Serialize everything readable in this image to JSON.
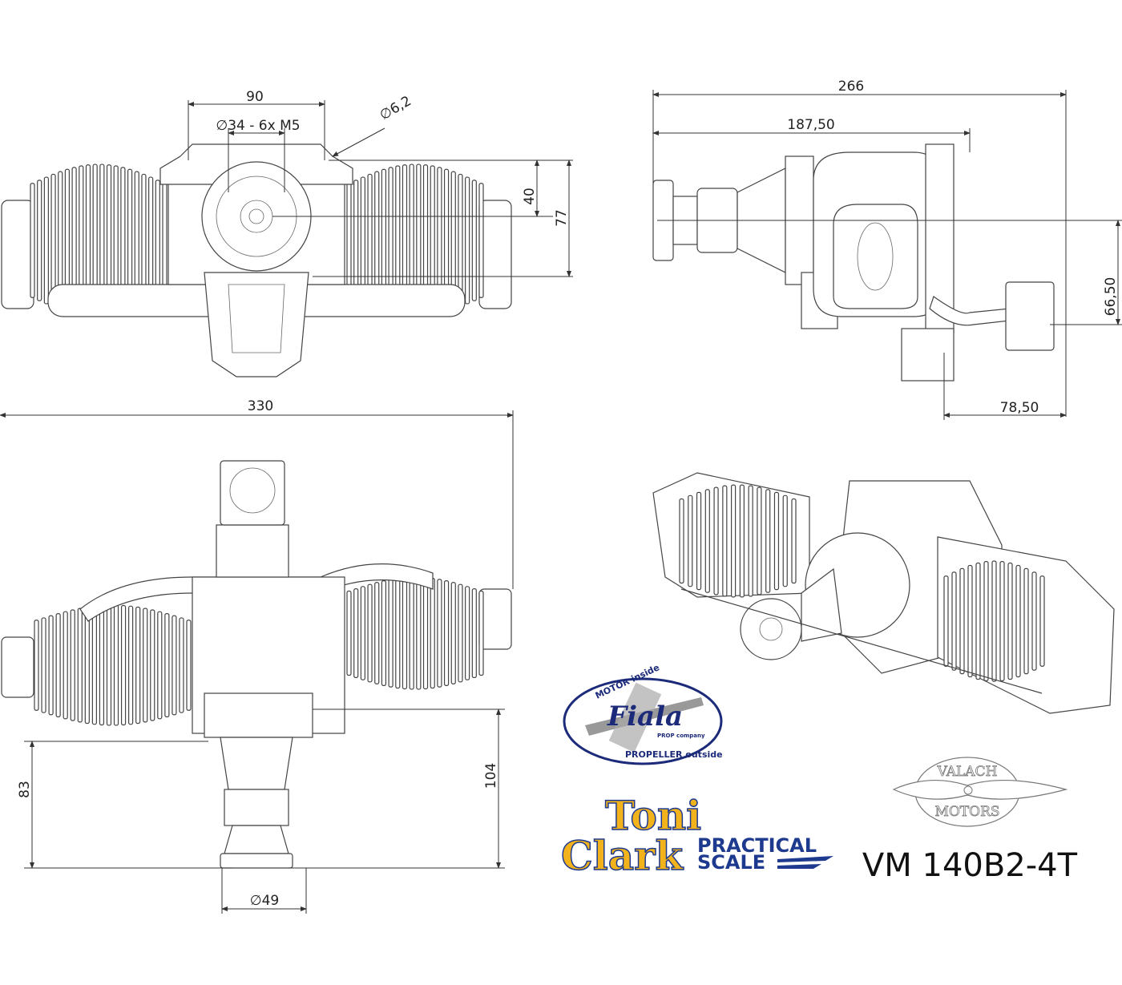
{
  "title": "VM 140B2-4T",
  "front_view": {
    "dims": {
      "width": "90",
      "bolt_circle": "∅34 - 6x M5",
      "hole": "∅6,2",
      "height_a": "40",
      "height_b": "77"
    }
  },
  "side_view": {
    "dims": {
      "length_total": "266",
      "length_partial": "187,50",
      "height": "66,50",
      "carb_offset": "78,50"
    }
  },
  "top_view": {
    "dims": {
      "width": "330",
      "depth_a": "83",
      "depth_b": "104",
      "hub": "∅49"
    }
  },
  "logos": {
    "fiala": {
      "top": "MOTOR inside",
      "name": "Fiala",
      "sub": "PROP company",
      "bottom": "PROPELLER outside",
      "color": "#1c2a7a"
    },
    "toni_clark": {
      "line1": "Toni",
      "line2": "Clark",
      "practical": "PRACTICAL",
      "scale": "SCALE",
      "yellow": "#f2b21b",
      "blue": "#1d3a8f"
    },
    "valach": {
      "top": "VALACH",
      "bottom": "MOTORS"
    }
  }
}
